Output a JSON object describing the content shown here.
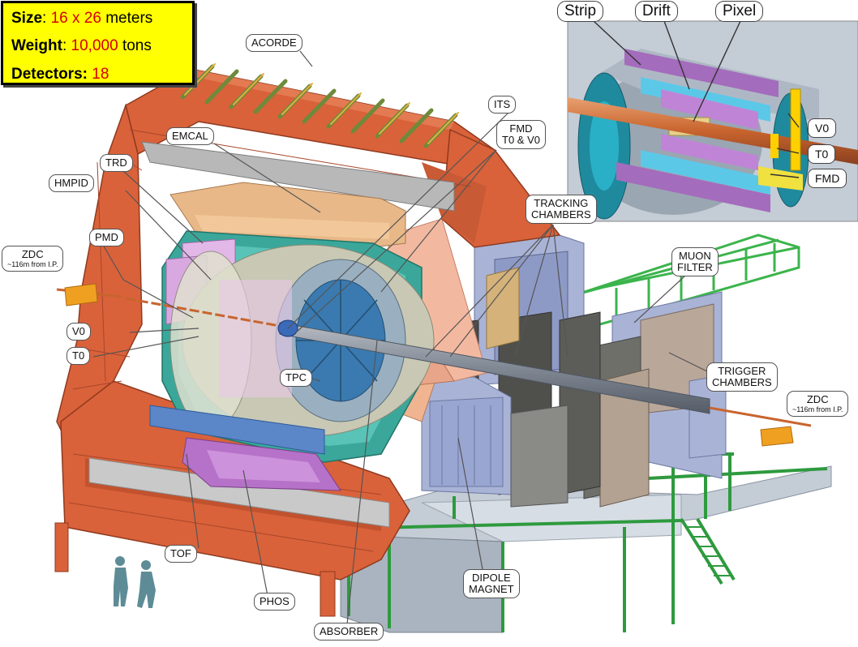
{
  "specs": {
    "size_label": "Size",
    "size_value": "16 x 26",
    "size_unit": "meters",
    "weight_label": "Weight",
    "weight_value": "10,000",
    "weight_unit": "tons",
    "detectors_label": "Detectors:",
    "detectors_value": "18"
  },
  "labels": {
    "acorde": "ACORDE",
    "its": "ITS",
    "fmd_line1": "FMD",
    "fmd_line2": "T0 & V0",
    "emcal": "EMCAL",
    "trd": "TRD",
    "hmpid": "HMPID",
    "pmd": "PMD",
    "zdc_left_name": "ZDC",
    "zdc_left_dist": "~116m from I.P.",
    "v0": "V0",
    "t0": "T0",
    "tracking_line1": "TRACKING",
    "tracking_line2": "CHAMBERS",
    "muon_line1": "MUON",
    "muon_line2": "FILTER",
    "tpc": "TPC",
    "trigger_line1": "TRIGGER",
    "trigger_line2": "CHAMBERS",
    "zdc_right_name": "ZDC",
    "zdc_right_dist": "~116m from I.P.",
    "tof": "TOF",
    "phos": "PHOS",
    "dipole_line1": "DIPOLE",
    "dipole_line2": "MAGNET",
    "absorber": "ABSORBER"
  },
  "inset": {
    "strip": "Strip",
    "drift": "Drift",
    "pixel": "Pixel",
    "v0": "V0",
    "t0": "T0",
    "fmd": "FMD"
  },
  "colors": {
    "magnet": "#d9623a",
    "magnet_dark": "#a8452a",
    "tpc": "#c8c8b4",
    "emcal": "#e8b888",
    "trd": "#3aa79a",
    "phos": "#b672c8",
    "muon_blue": "#a8b4dc",
    "support_green": "#4cc05a",
    "beam": "#d27a3c",
    "highlight": "#ffff00",
    "value_red": "#d40000"
  }
}
